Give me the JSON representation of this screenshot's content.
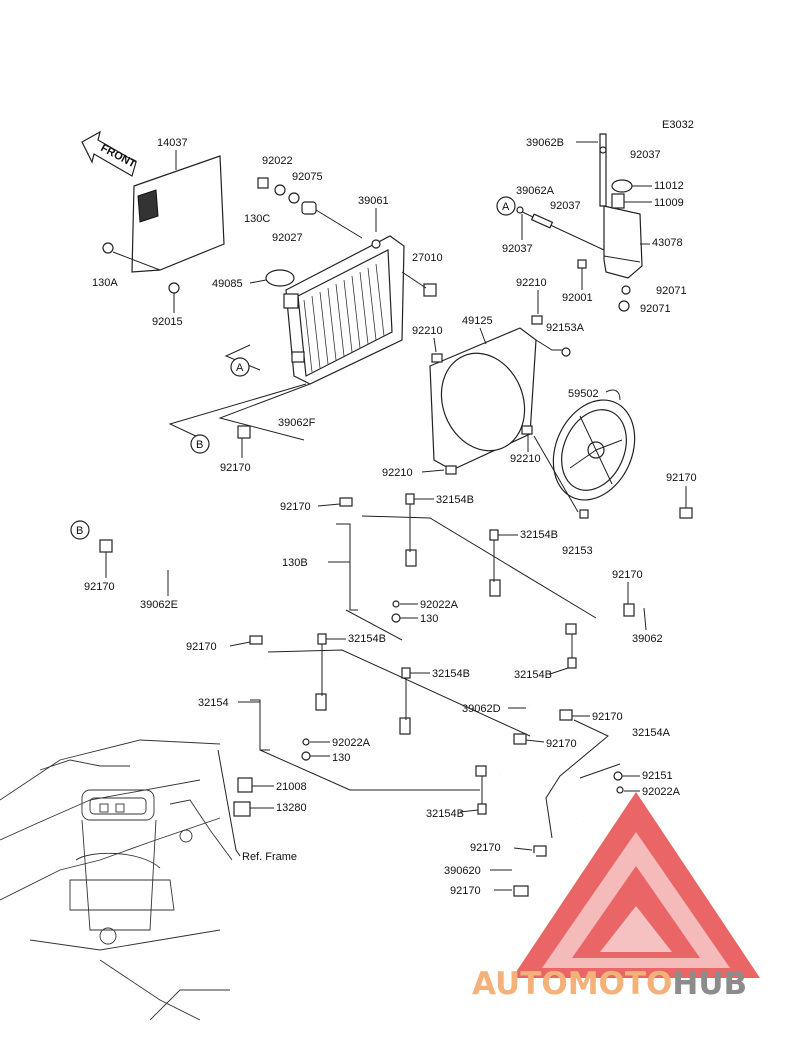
{
  "diagram_code": "E3032",
  "front_label": "FRONT",
  "ref_frame_label": "Ref. Frame",
  "callouts": {
    "A": "A",
    "B": "B"
  },
  "part_numbers": [
    "14037",
    "92022",
    "92075",
    "39061",
    "130C",
    "92027",
    "130A",
    "92015",
    "49085",
    "27010",
    "39062B",
    "92037",
    "11012",
    "11009",
    "39062A",
    "43078",
    "92001",
    "92071",
    "92210",
    "49125",
    "92153A",
    "59502",
    "39062F",
    "92170",
    "130B",
    "32154B",
    "92153",
    "92022A",
    "130",
    "39062E",
    "39062",
    "32154",
    "39062D",
    "32154A",
    "92151",
    "21008",
    "13280",
    "390620"
  ],
  "watermark": {
    "part1": "AUTOMOTO",
    "part2": "HUB",
    "color1": "#f4b27a",
    "color2": "#8c8c8c",
    "triangle_color": "#e64545"
  }
}
